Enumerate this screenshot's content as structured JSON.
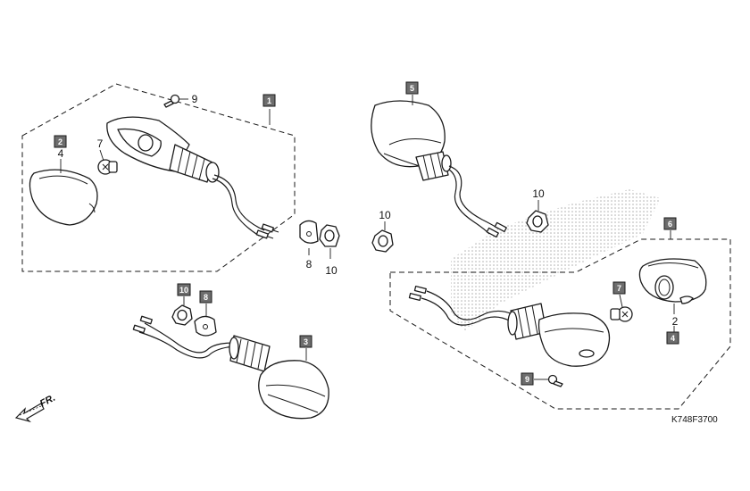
{
  "diagram": {
    "part_numbers": {
      "front_left_assembly": "1",
      "lens_left_label": "4",
      "lens_left_box": "2",
      "bulb_left": "7",
      "screw_left": "9",
      "washer_left": "8",
      "nut_left": "10",
      "nut_center": "10",
      "rear_left_assembly": "3",
      "nut_rear_left": "10",
      "washer_rear_left": "8",
      "front_right_assembly": "5",
      "nut_right_upper": "10",
      "rear_right_assembly": "6",
      "bulb_right": "7",
      "lens_right_label": "2",
      "lens_right_box": "4",
      "screw_right": "9"
    },
    "direction_label": "FR.",
    "diagram_code": "K748F3700"
  },
  "colors": {
    "line": "#1a1a1a",
    "label_box": "#6d6d6d",
    "background": "#ffffff"
  }
}
